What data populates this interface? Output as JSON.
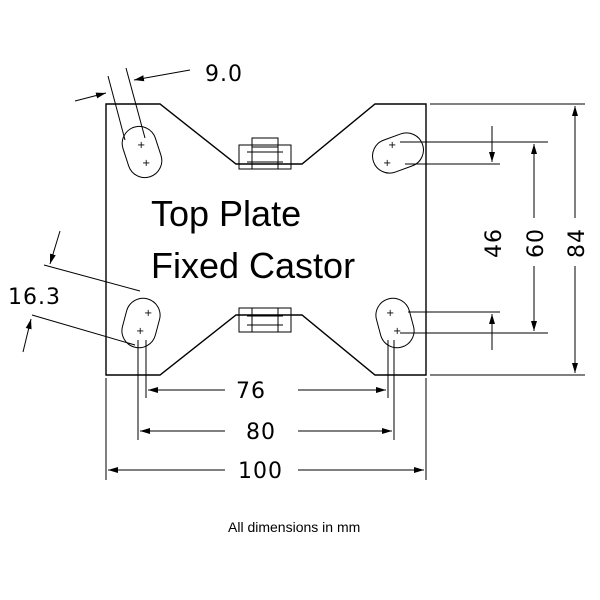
{
  "title_line1": "Top Plate",
  "title_line2": "Fixed Castor",
  "dimensions": {
    "slot_width": "9.0",
    "slot_offset": "16.3",
    "inner_hole_spacing": "76",
    "outer_hole_spacing": "80",
    "plate_width": "100",
    "inner_vertical_spacing": "46",
    "outer_vertical_spacing": "60",
    "plate_height": "84"
  },
  "note": "All dimensions in mm"
}
